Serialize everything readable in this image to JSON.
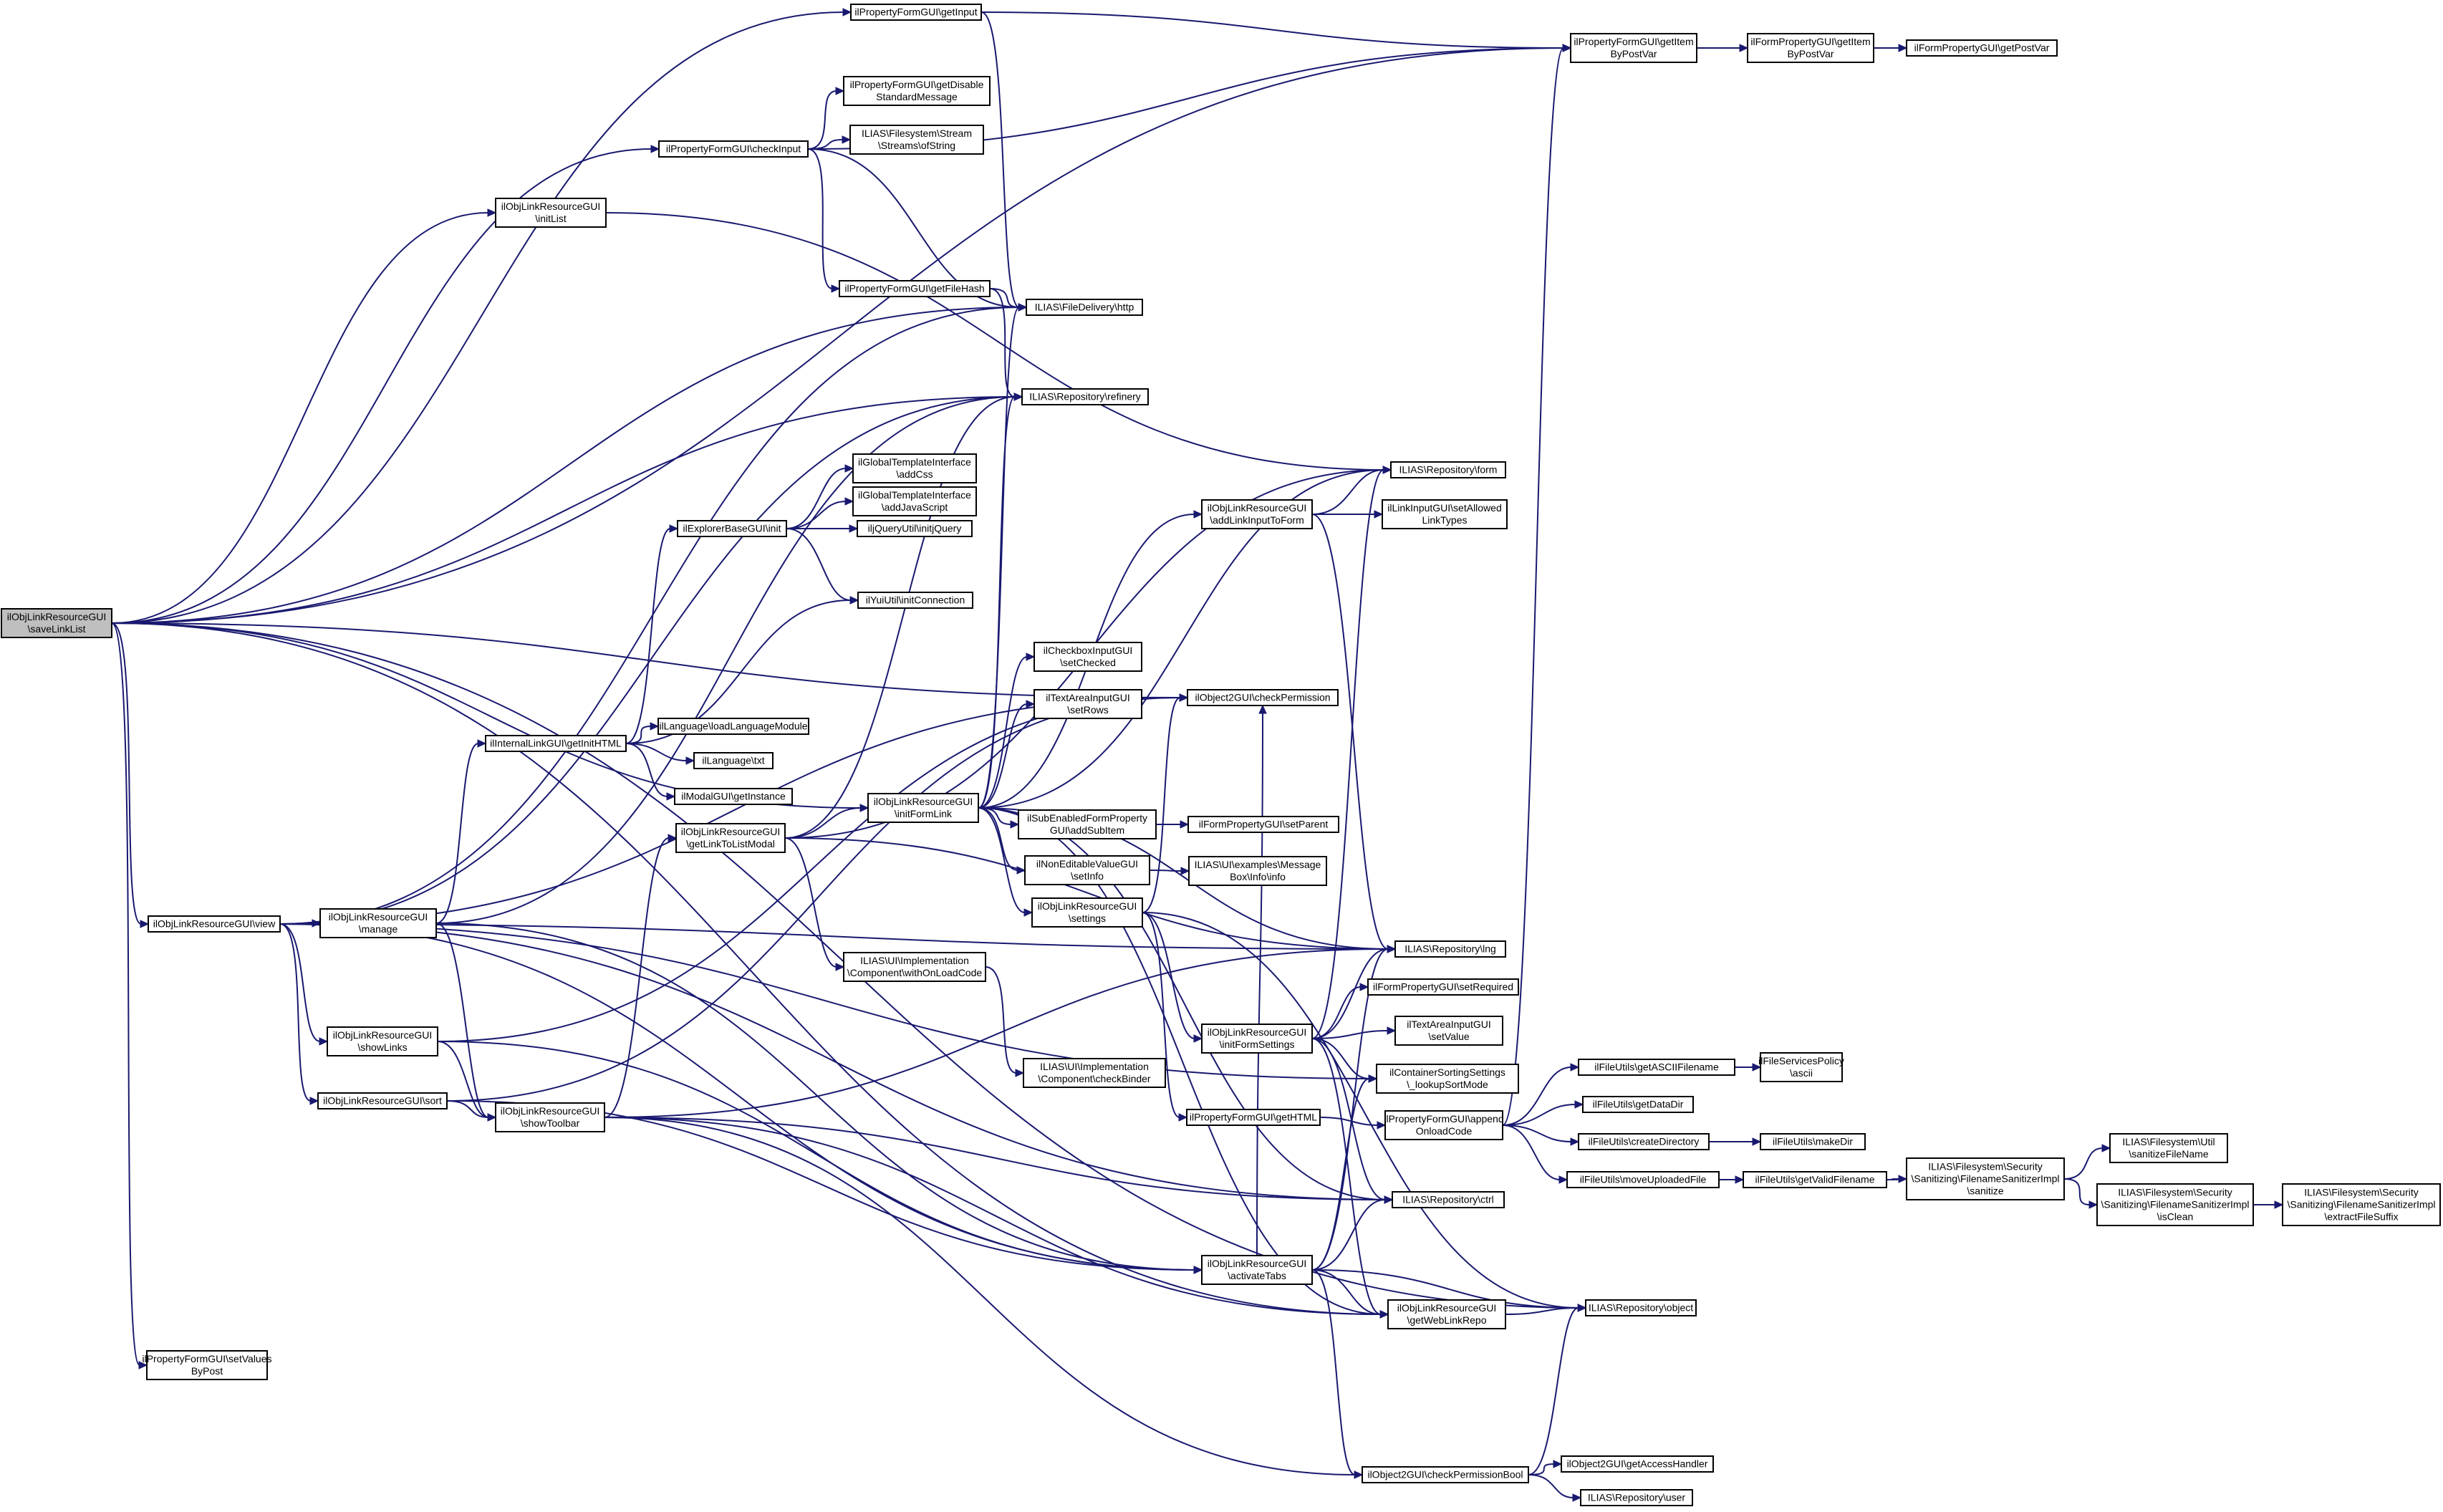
{
  "graph": {
    "root": "saveLinkList",
    "colors": {
      "edge": "#191970",
      "node_border": "#000000",
      "node_fill": "#ffffff",
      "root_fill": "#bfbfbf"
    },
    "nodes": [
      {
        "id": "saveLinkList",
        "lines": [
          "ilObjLinkResourceGUI",
          "\\saveLinkList"
        ]
      },
      {
        "id": "getInput",
        "lines": [
          "ilPropertyFormGUI\\getInput"
        ]
      },
      {
        "id": "checkInput",
        "lines": [
          "ilPropertyFormGUI\\checkInput"
        ]
      },
      {
        "id": "initList",
        "lines": [
          "ilObjLinkResourceGUI",
          "\\initList"
        ]
      },
      {
        "id": "view",
        "lines": [
          "ilObjLinkResourceGUI\\view"
        ]
      },
      {
        "id": "setValuesByPost",
        "lines": [
          "ilPropertyFormGUI\\setValues",
          "ByPost"
        ]
      },
      {
        "id": "getItemByPostVar",
        "lines": [
          "ilPropertyFormGUI\\getItem",
          "ByPostVar"
        ]
      },
      {
        "id": "formGetItemByPostVar",
        "lines": [
          "ilFormPropertyGUI\\getItem",
          "ByPostVar"
        ]
      },
      {
        "id": "formGetPostVar",
        "lines": [
          "ilFormPropertyGUI\\getPostVar"
        ]
      },
      {
        "id": "getDisableStandardMessage",
        "lines": [
          "ilPropertyFormGUI\\getDisable",
          "StandardMessage"
        ]
      },
      {
        "id": "ofString",
        "lines": [
          "ILIAS\\Filesystem\\Stream",
          "\\Streams\\ofString"
        ]
      },
      {
        "id": "getFileHash",
        "lines": [
          "ilPropertyFormGUI\\getFileHash"
        ]
      },
      {
        "id": "http",
        "lines": [
          "ILIAS\\FileDelivery\\http"
        ]
      },
      {
        "id": "refinery",
        "lines": [
          "ILIAS\\Repository\\refinery"
        ]
      },
      {
        "id": "addCss",
        "lines": [
          "ilGlobalTemplateInterface",
          "\\addCss"
        ]
      },
      {
        "id": "addJavaScript",
        "lines": [
          "ilGlobalTemplateInterface",
          "\\addJavaScript"
        ]
      },
      {
        "id": "explorerInit",
        "lines": [
          "ilExplorerBaseGUI\\init"
        ]
      },
      {
        "id": "initjQuery",
        "lines": [
          "iljQueryUtil\\initjQuery"
        ]
      },
      {
        "id": "initConnection",
        "lines": [
          "ilYuiUtil\\initConnection"
        ]
      },
      {
        "id": "getInitHTML",
        "lines": [
          "ilInternalLinkGUI\\getInitHTML"
        ]
      },
      {
        "id": "loadLanguageModule",
        "lines": [
          "ilLanguage\\loadLanguageModule"
        ]
      },
      {
        "id": "txt",
        "lines": [
          "ilLanguage\\txt"
        ]
      },
      {
        "id": "getInstance",
        "lines": [
          "ilModalGUI\\getInstance"
        ]
      },
      {
        "id": "getLinkToListModal",
        "lines": [
          "ilObjLinkResourceGUI",
          "\\getLinkToListModal"
        ]
      },
      {
        "id": "initFormLink",
        "lines": [
          "ilObjLinkResourceGUI",
          "\\initFormLink"
        ]
      },
      {
        "id": "manage",
        "lines": [
          "ilObjLinkResourceGUI",
          "\\manage"
        ]
      },
      {
        "id": "showLinks",
        "lines": [
          "ilObjLinkResourceGUI",
          "\\showLinks"
        ]
      },
      {
        "id": "sort",
        "lines": [
          "ilObjLinkResourceGUI\\sort"
        ]
      },
      {
        "id": "showToolbar",
        "lines": [
          "ilObjLinkResourceGUI",
          "\\showToolbar"
        ]
      },
      {
        "id": "withOnLoadCode",
        "lines": [
          "ILIAS\\UI\\Implementation",
          "\\Component\\withOnLoadCode"
        ]
      },
      {
        "id": "checkBinder",
        "lines": [
          "ILIAS\\UI\\Implementation",
          "\\Component\\checkBinder"
        ]
      },
      {
        "id": "setChecked",
        "lines": [
          "ilCheckboxInputGUI",
          "\\setChecked"
        ]
      },
      {
        "id": "setRows",
        "lines": [
          "ilTextAreaInputGUI",
          "\\setRows"
        ]
      },
      {
        "id": "addSubItem",
        "lines": [
          "ilSubEnabledFormProperty",
          "GUI\\addSubItem"
        ]
      },
      {
        "id": "setInfo",
        "lines": [
          "ilNonEditableValueGUI",
          "\\setInfo"
        ]
      },
      {
        "id": "settings",
        "lines": [
          "ilObjLinkResourceGUI",
          "\\settings"
        ]
      },
      {
        "id": "setParent",
        "lines": [
          "ilFormPropertyGUI\\setParent"
        ]
      },
      {
        "id": "messageBoxInfo",
        "lines": [
          "ILIAS\\UI\\examples\\Message",
          "Box\\Info\\info"
        ]
      },
      {
        "id": "addLinkInputToForm",
        "lines": [
          "ilObjLinkResourceGUI",
          "\\addLinkInputToForm"
        ]
      },
      {
        "id": "checkPermission",
        "lines": [
          "ilObject2GUI\\checkPermission"
        ]
      },
      {
        "id": "form",
        "lines": [
          "ILIAS\\Repository\\form"
        ]
      },
      {
        "id": "setAllowedLinkTypes",
        "lines": [
          "ilLinkInputGUI\\setAllowed",
          "LinkTypes"
        ]
      },
      {
        "id": "lng",
        "lines": [
          "ILIAS\\Repository\\lng"
        ]
      },
      {
        "id": "setRequired",
        "lines": [
          "ilFormPropertyGUI\\setRequired"
        ]
      },
      {
        "id": "setValue",
        "lines": [
          "ilTextAreaInputGUI",
          "\\setValue"
        ]
      },
      {
        "id": "initFormSettings",
        "lines": [
          "ilObjLinkResourceGUI",
          "\\initFormSettings"
        ]
      },
      {
        "id": "lookupSortMode",
        "lines": [
          "ilContainerSortingSettings",
          "\\_lookupSortMode"
        ]
      },
      {
        "id": "getHTML",
        "lines": [
          "ilPropertyFormGUI\\getHTML"
        ]
      },
      {
        "id": "appendOnloadCode",
        "lines": [
          "ilPropertyFormGUI\\append",
          "OnloadCode"
        ]
      },
      {
        "id": "ctrl",
        "lines": [
          "ILIAS\\Repository\\ctrl"
        ]
      },
      {
        "id": "activateTabs",
        "lines": [
          "ilObjLinkResourceGUI",
          "\\activateTabs"
        ]
      },
      {
        "id": "getWebLinkRepo",
        "lines": [
          "ilObjLinkResourceGUI",
          "\\getWebLinkRepo"
        ]
      },
      {
        "id": "object",
        "lines": [
          "ILIAS\\Repository\\object"
        ]
      },
      {
        "id": "checkPermissionBool",
        "lines": [
          "ilObject2GUI\\checkPermissionBool"
        ]
      },
      {
        "id": "getAccessHandler",
        "lines": [
          "ilObject2GUI\\getAccessHandler"
        ]
      },
      {
        "id": "user",
        "lines": [
          "ILIAS\\Repository\\user"
        ]
      },
      {
        "id": "getASCIIFilename",
        "lines": [
          "ilFileUtils\\getASCIIFilename"
        ]
      },
      {
        "id": "getDataDir",
        "lines": [
          "ilFileUtils\\getDataDir"
        ]
      },
      {
        "id": "createDirectory",
        "lines": [
          "ilFileUtils\\createDirectory"
        ]
      },
      {
        "id": "moveUploadedFile",
        "lines": [
          "ilFileUtils\\moveUploadedFile"
        ]
      },
      {
        "id": "ascii",
        "lines": [
          "ilFileServicesPolicy",
          "\\ascii"
        ]
      },
      {
        "id": "makeDir",
        "lines": [
          "ilFileUtils\\makeDir"
        ]
      },
      {
        "id": "getValidFilename",
        "lines": [
          "ilFileUtils\\getValidFilename"
        ]
      },
      {
        "id": "sanitize",
        "lines": [
          "ILIAS\\Filesystem\\Security",
          "\\Sanitizing\\FilenameSanitizerImpl",
          "\\sanitize"
        ]
      },
      {
        "id": "sanitizeFileName",
        "lines": [
          "ILIAS\\Filesystem\\Util",
          "\\sanitizeFileName"
        ]
      },
      {
        "id": "isClean",
        "lines": [
          "ILIAS\\Filesystem\\Security",
          "\\Sanitizing\\FilenameSanitizerImpl",
          "\\isClean"
        ]
      },
      {
        "id": "extractFileSuffix",
        "lines": [
          "ILIAS\\Filesystem\\Security",
          "\\Sanitizing\\FilenameSanitizerImpl",
          "\\extractFileSuffix"
        ]
      }
    ],
    "edges": [
      [
        "saveLinkList",
        "getInput"
      ],
      [
        "saveLinkList",
        "getItemByPostVar"
      ],
      [
        "saveLinkList",
        "checkInput"
      ],
      [
        "saveLinkList",
        "initList"
      ],
      [
        "saveLinkList",
        "http"
      ],
      [
        "saveLinkList",
        "refinery"
      ],
      [
        "saveLinkList",
        "checkPermission"
      ],
      [
        "saveLinkList",
        "initFormLink"
      ],
      [
        "saveLinkList",
        "view"
      ],
      [
        "saveLinkList",
        "getWebLinkRepo"
      ],
      [
        "saveLinkList",
        "object"
      ],
      [
        "saveLinkList",
        "setValuesByPost"
      ],
      [
        "getInput",
        "getItemByPostVar"
      ],
      [
        "getInput",
        "http"
      ],
      [
        "checkInput",
        "getItemByPostVar"
      ],
      [
        "checkInput",
        "getDisableStandardMessage"
      ],
      [
        "checkInput",
        "ofString"
      ],
      [
        "checkInput",
        "getFileHash"
      ],
      [
        "checkInput",
        "http"
      ],
      [
        "initList",
        "form"
      ],
      [
        "getItemByPostVar",
        "formGetItemByPostVar"
      ],
      [
        "formGetItemByPostVar",
        "formGetPostVar"
      ],
      [
        "getFileHash",
        "http"
      ],
      [
        "getFileHash",
        "refinery"
      ],
      [
        "view",
        "http"
      ],
      [
        "view",
        "refinery"
      ],
      [
        "view",
        "checkPermission"
      ],
      [
        "view",
        "lng"
      ],
      [
        "view",
        "manage"
      ],
      [
        "view",
        "showLinks"
      ],
      [
        "view",
        "sort"
      ],
      [
        "view",
        "lookupSortMode"
      ],
      [
        "view",
        "activateTabs"
      ],
      [
        "view",
        "ctrl"
      ],
      [
        "manage",
        "getInitHTML"
      ],
      [
        "manage",
        "showToolbar"
      ],
      [
        "manage",
        "activateTabs"
      ],
      [
        "manage",
        "refinery"
      ],
      [
        "getInitHTML",
        "explorerInit"
      ],
      [
        "getInitHTML",
        "initConnection"
      ],
      [
        "getInitHTML",
        "loadLanguageModule"
      ],
      [
        "getInitHTML",
        "txt"
      ],
      [
        "getInitHTML",
        "getInstance"
      ],
      [
        "explorerInit",
        "addCss"
      ],
      [
        "explorerInit",
        "addJavaScript"
      ],
      [
        "explorerInit",
        "initjQuery"
      ],
      [
        "explorerInit",
        "initConnection"
      ],
      [
        "getLinkToListModal",
        "initFormLink"
      ],
      [
        "getLinkToListModal",
        "withOnLoadCode"
      ],
      [
        "getLinkToListModal",
        "refinery"
      ],
      [
        "getLinkToListModal",
        "form"
      ],
      [
        "getLinkToListModal",
        "lng"
      ],
      [
        "withOnLoadCode",
        "checkBinder"
      ],
      [
        "initFormLink",
        "http"
      ],
      [
        "initFormLink",
        "refinery"
      ],
      [
        "initFormLink",
        "form"
      ],
      [
        "initFormLink",
        "addLinkInputToForm"
      ],
      [
        "initFormLink",
        "setChecked"
      ],
      [
        "initFormLink",
        "setRows"
      ],
      [
        "initFormLink",
        "addSubItem"
      ],
      [
        "initFormLink",
        "setInfo"
      ],
      [
        "initFormLink",
        "settings"
      ],
      [
        "initFormLink",
        "lng"
      ],
      [
        "initFormLink",
        "ctrl"
      ],
      [
        "initFormLink",
        "getWebLinkRepo"
      ],
      [
        "addSubItem",
        "setParent"
      ],
      [
        "setInfo",
        "messageBoxInfo"
      ],
      [
        "addLinkInputToForm",
        "form"
      ],
      [
        "addLinkInputToForm",
        "setAllowedLinkTypes"
      ],
      [
        "addLinkInputToForm",
        "lng"
      ],
      [
        "settings",
        "checkPermission"
      ],
      [
        "settings",
        "initFormSettings"
      ],
      [
        "settings",
        "getHTML"
      ],
      [
        "settings",
        "object"
      ],
      [
        "initFormSettings",
        "form"
      ],
      [
        "initFormSettings",
        "lng"
      ],
      [
        "initFormSettings",
        "setRequired"
      ],
      [
        "initFormSettings",
        "setValue"
      ],
      [
        "initFormSettings",
        "lookupSortMode"
      ],
      [
        "initFormSettings",
        "ctrl"
      ],
      [
        "initFormSettings",
        "getWebLinkRepo"
      ],
      [
        "getHTML",
        "appendOnloadCode"
      ],
      [
        "appendOnloadCode",
        "getItemByPostVar"
      ],
      [
        "appendOnloadCode",
        "getASCIIFilename"
      ],
      [
        "appendOnloadCode",
        "getDataDir"
      ],
      [
        "appendOnloadCode",
        "createDirectory"
      ],
      [
        "appendOnloadCode",
        "moveUploadedFile"
      ],
      [
        "getASCIIFilename",
        "ascii"
      ],
      [
        "createDirectory",
        "makeDir"
      ],
      [
        "moveUploadedFile",
        "getValidFilename"
      ],
      [
        "getValidFilename",
        "sanitize"
      ],
      [
        "sanitize",
        "sanitizeFileName"
      ],
      [
        "sanitize",
        "isClean"
      ],
      [
        "isClean",
        "extractFileSuffix"
      ],
      [
        "showLinks",
        "showToolbar"
      ],
      [
        "showLinks",
        "checkPermission"
      ],
      [
        "showLinks",
        "activateTabs"
      ],
      [
        "sort",
        "showToolbar"
      ],
      [
        "sort",
        "checkPermission"
      ],
      [
        "sort",
        "activateTabs"
      ],
      [
        "showToolbar",
        "getLinkToListModal"
      ],
      [
        "showToolbar",
        "lng"
      ],
      [
        "showToolbar",
        "ctrl"
      ],
      [
        "showToolbar",
        "getWebLinkRepo"
      ],
      [
        "showToolbar",
        "checkPermissionBool"
      ],
      [
        "activateTabs",
        "lng"
      ],
      [
        "activateTabs",
        "ctrl"
      ],
      [
        "activateTabs",
        "lookupSortMode"
      ],
      [
        "activateTabs",
        "getWebLinkRepo"
      ],
      [
        "activateTabs",
        "object"
      ],
      [
        "activateTabs",
        "checkPermissionBool"
      ],
      [
        "activateTabs",
        "checkPermission"
      ],
      [
        "getWebLinkRepo",
        "object"
      ],
      [
        "checkPermissionBool",
        "object"
      ],
      [
        "checkPermissionBool",
        "getAccessHandler"
      ],
      [
        "checkPermissionBool",
        "user"
      ]
    ]
  }
}
